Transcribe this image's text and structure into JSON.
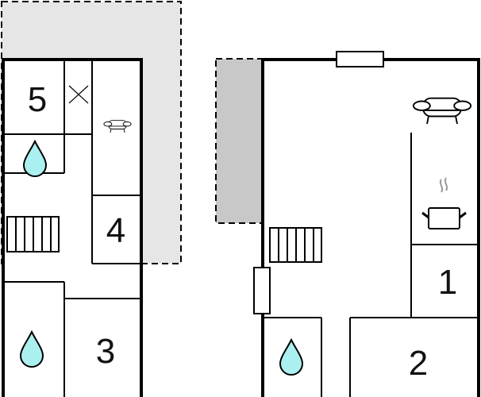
{
  "plans": [
    {
      "name": "left-floor",
      "rooms": [
        {
          "label": "5",
          "type": "bedroom"
        },
        {
          "label": "4",
          "type": "bedroom"
        },
        {
          "label": "3",
          "type": "bedroom"
        }
      ]
    },
    {
      "name": "right-floor",
      "rooms": [
        {
          "label": "1",
          "type": "bedroom"
        },
        {
          "label": "2",
          "type": "bedroom"
        }
      ]
    }
  ],
  "colors": {
    "terrace_light": "#e6e6e6",
    "terrace_dark": "#c8c8c8",
    "water": "#aaf0f0",
    "steam": "#999999"
  }
}
